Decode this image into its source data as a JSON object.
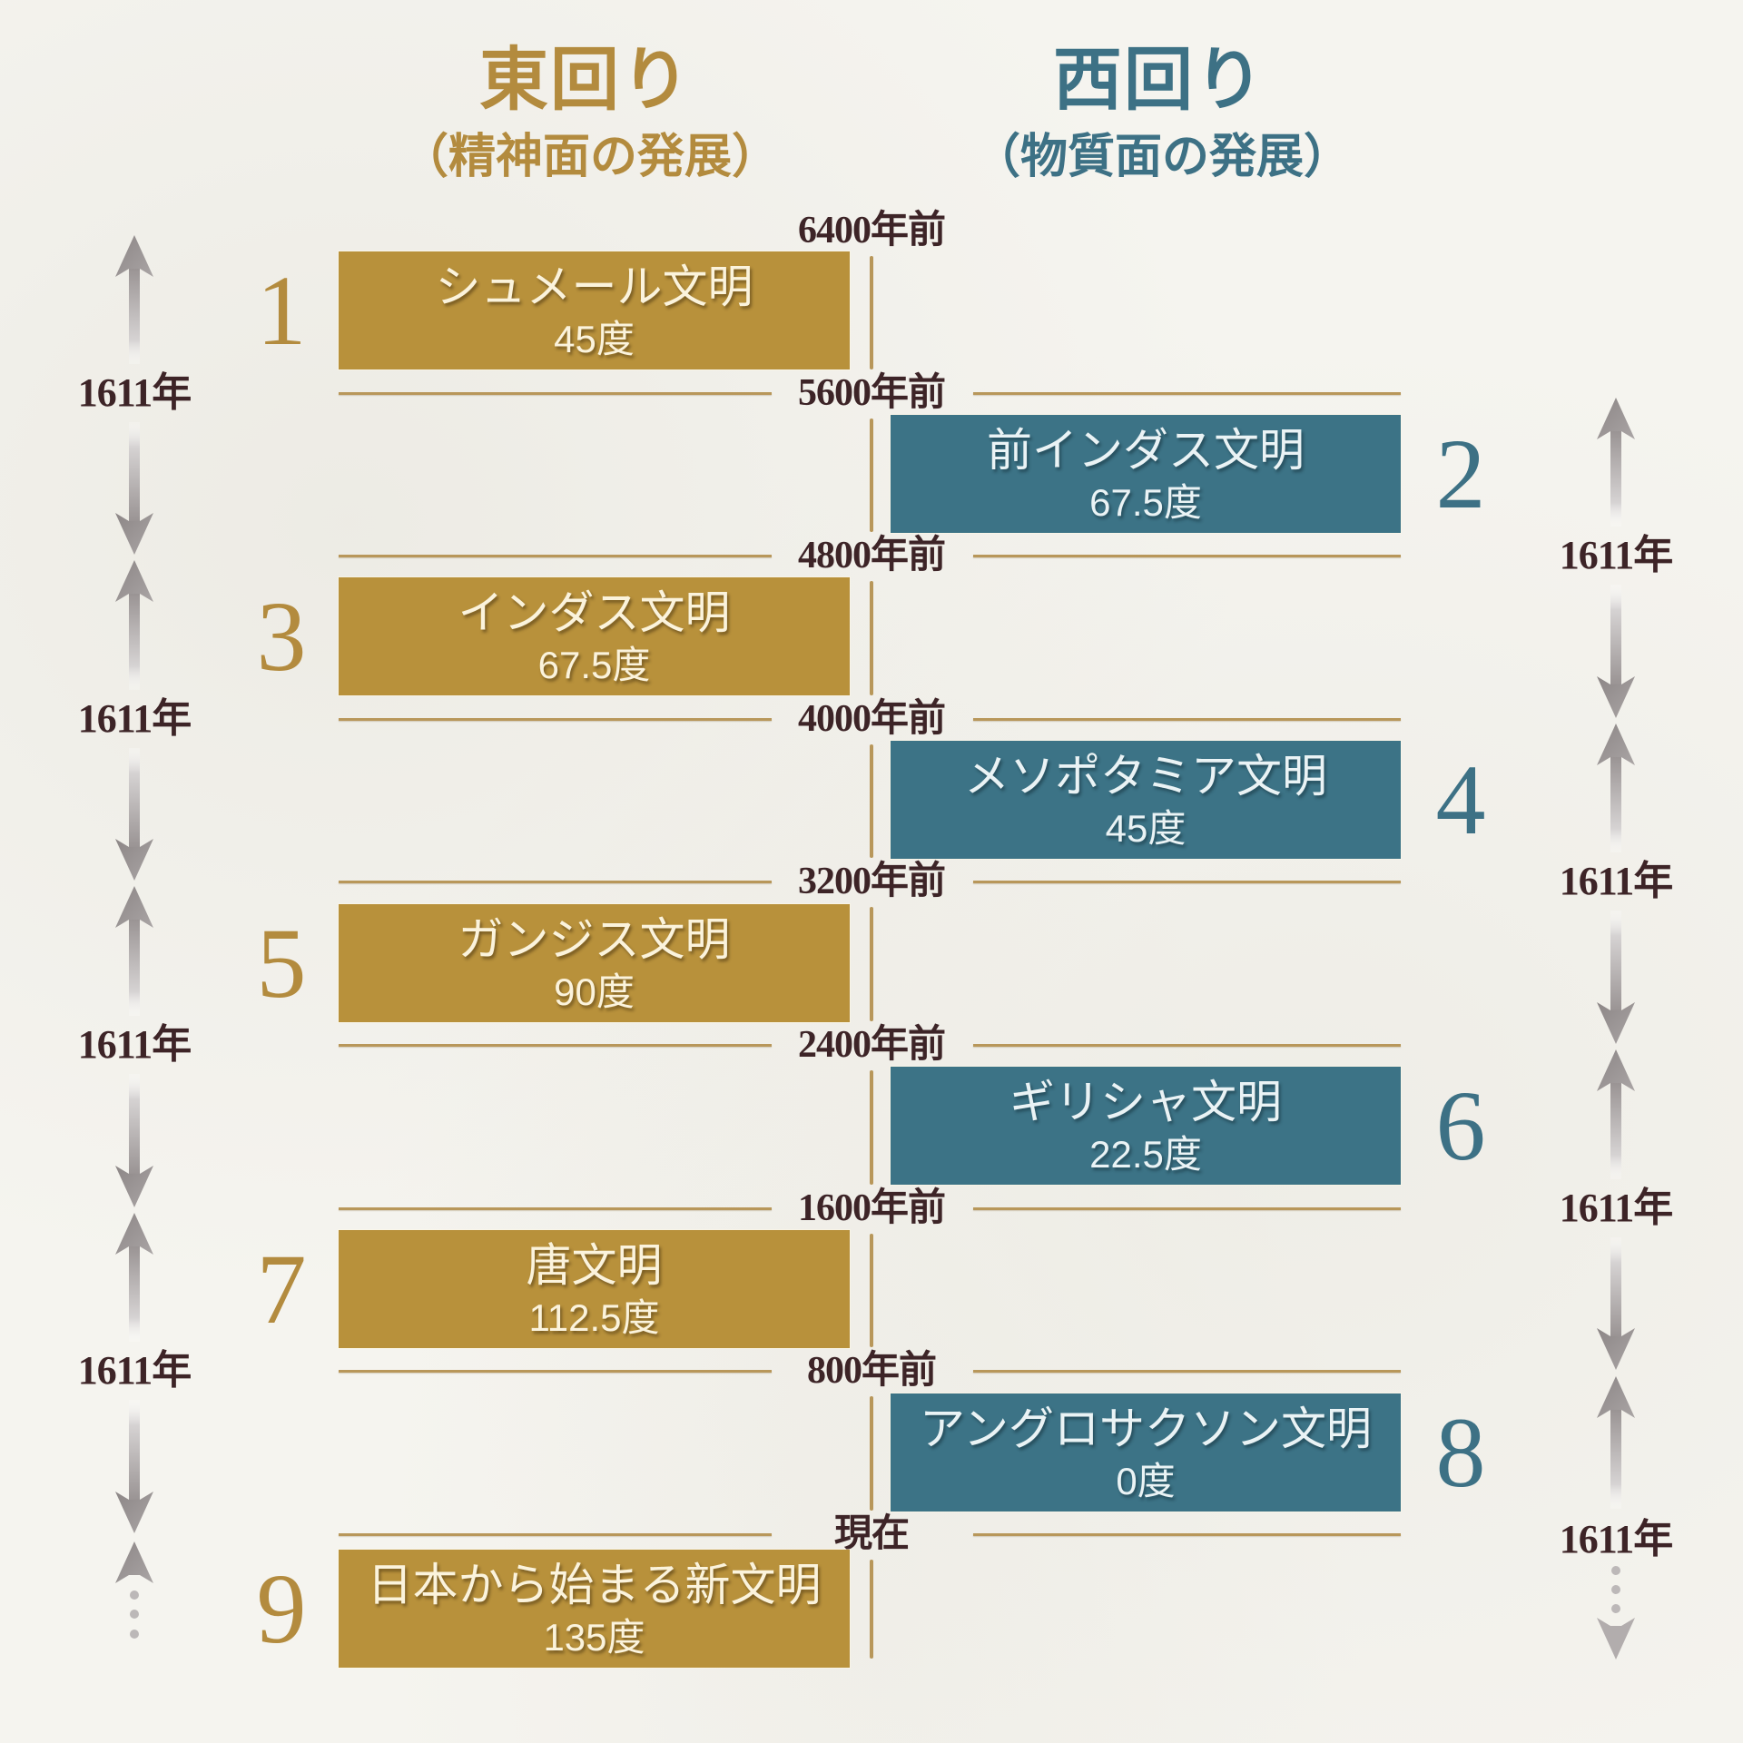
{
  "headings": {
    "east": {
      "title": "東回り",
      "subtitle": "（精神面の発展）"
    },
    "west": {
      "title": "西回り",
      "subtitle": "（物質面の発展）"
    }
  },
  "timeline": {
    "labels": [
      "6400年前",
      "5600年前",
      "4800年前",
      "4000年前",
      "3200年前",
      "2400年前",
      "1600年前",
      "800年前",
      "現在"
    ]
  },
  "civilizations": [
    {
      "number": "1",
      "name": "シュメール文明",
      "degree": "45度",
      "route": "east"
    },
    {
      "number": "2",
      "name": "前インダス文明",
      "degree": "67.5度",
      "route": "west"
    },
    {
      "number": "3",
      "name": "インダス文明",
      "degree": "67.5度",
      "route": "east"
    },
    {
      "number": "4",
      "name": "メソポタミア文明",
      "degree": "45度",
      "route": "west"
    },
    {
      "number": "5",
      "name": "ガンジス文明",
      "degree": "90度",
      "route": "east"
    },
    {
      "number": "6",
      "name": "ギリシャ文明",
      "degree": "22.5度",
      "route": "west"
    },
    {
      "number": "7",
      "name": "唐文明",
      "degree": "112.5度",
      "route": "east"
    },
    {
      "number": "8",
      "name": "アングロサクソン文明",
      "degree": "0度",
      "route": "west"
    },
    {
      "number": "9",
      "name": "日本から始まる新文明",
      "degree": "135度",
      "route": "east"
    }
  ],
  "durations": {
    "left": [
      "1611年",
      "1611年",
      "1611年",
      "1611年"
    ],
    "right": [
      "1611年",
      "1611年",
      "1611年",
      "1611年"
    ]
  },
  "colors": {
    "east_gold": "#b8913b",
    "west_blue": "#3c7386",
    "line_gold": "#b8975a",
    "label_dark": "#3d2427",
    "arrow_gray": "#958f8f",
    "background": "#f5f4ef"
  }
}
